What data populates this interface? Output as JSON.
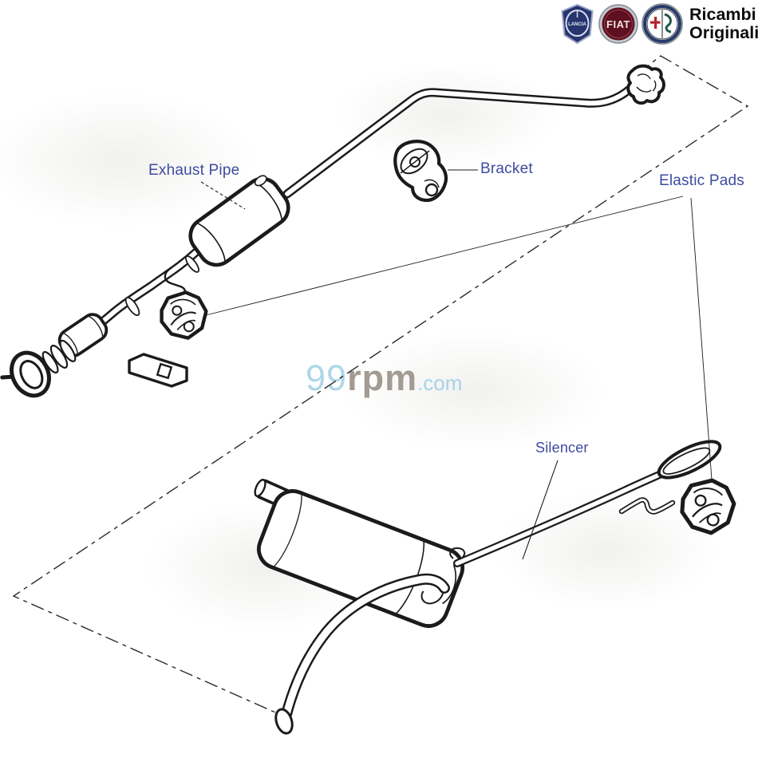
{
  "header": {
    "brand_title_line1": "Ricambi",
    "brand_title_line2": "Originali",
    "logos": {
      "lancia": {
        "name": "lancia-logo",
        "text": "LANCIA"
      },
      "fiat": {
        "name": "fiat-logo",
        "text": "FIAT"
      },
      "alfa_romeo": {
        "name": "alfa-romeo-logo"
      }
    }
  },
  "diagram": {
    "labels": {
      "exhaust_pipe": "Exhaust Pipe",
      "bracket": "Bracket",
      "elastic_pads": "Elastic Pads",
      "silencer": "Silencer"
    },
    "parts": [
      "Exhaust Pipe",
      "Bracket",
      "Elastic Pads",
      "Silencer"
    ]
  },
  "watermark": {
    "prefix": "99",
    "middle": "rpm",
    "suffix": ".com"
  },
  "colors": {
    "label_text": "#3e4b9e",
    "drawing_line": "#1b1b1b",
    "watermark_blue": "#aed7e9",
    "watermark_gray": "#a39b92",
    "lancia_blue": "#27356e",
    "fiat_maroon": "#5f1020",
    "alfa_green": "#1f5948",
    "alfa_red": "#b5232d"
  }
}
